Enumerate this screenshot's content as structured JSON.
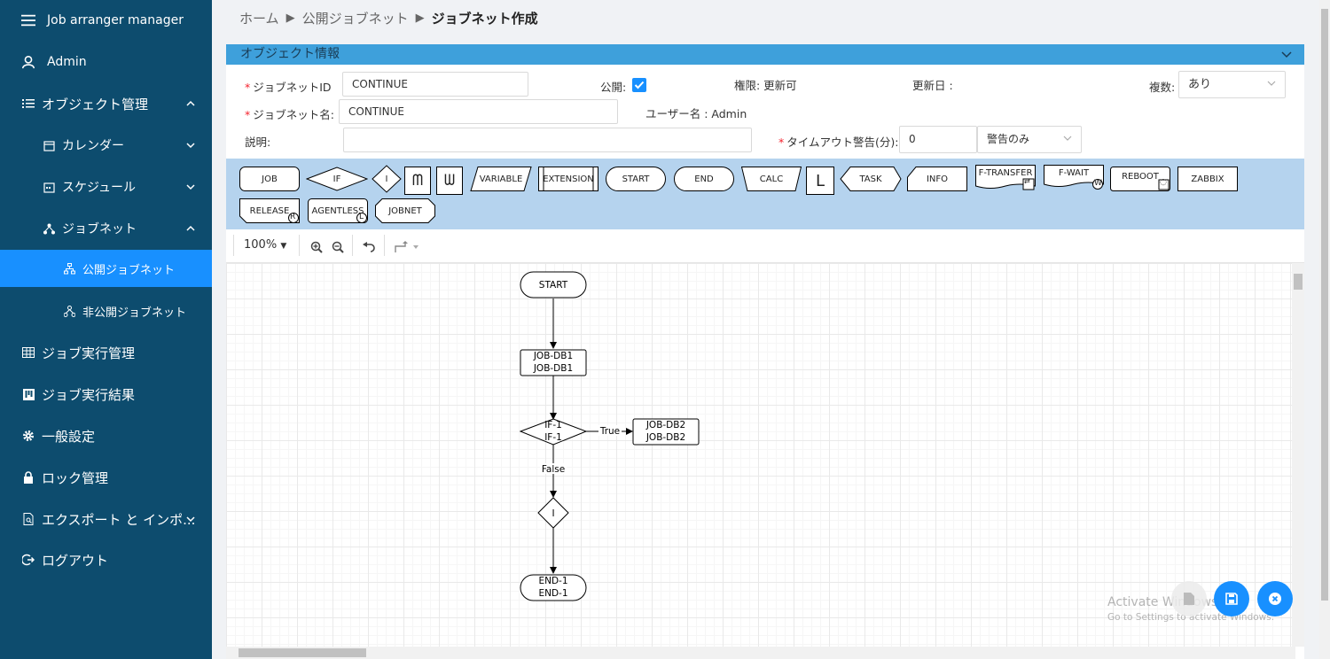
{
  "app": {
    "title": "Job arranger manager"
  },
  "sidebar": {
    "user": "Admin",
    "items": [
      {
        "label": "オブジェクト管理"
      },
      {
        "label": "カレンダー"
      },
      {
        "label": "スケジュール"
      },
      {
        "label": "ジョブネット"
      },
      {
        "label": "公開ジョブネット"
      },
      {
        "label": "非公開ジョブネット"
      },
      {
        "label": "ジョブ実行管理"
      },
      {
        "label": "ジョブ実行結果"
      },
      {
        "label": "一般設定"
      },
      {
        "label": "ロック管理"
      },
      {
        "label": "エクスポート と インポ..."
      },
      {
        "label": "ログアウト"
      }
    ]
  },
  "breadcrumb": {
    "home": "ホーム",
    "level1": "公開ジョブネット",
    "current": "ジョブネット作成",
    "sep": "▶"
  },
  "panel": {
    "title": "オブジェクト情報"
  },
  "form": {
    "jobnet_id_label": "ジョブネットID",
    "jobnet_id_value": "CONTINUE",
    "public_label": "公開:",
    "public_checked": true,
    "permission": "権限: 更新可",
    "updated_label": "更新日 :",
    "multiple_label": "複数:",
    "multiple_value": "あり",
    "jobnet_name_label": "ジョブネット名:",
    "jobnet_name_value": "CONTINUE",
    "user_label": "ユーザー名 : Admin",
    "description_label": "説明:",
    "description_value": "",
    "timeout_label": "タイムアウト警告(分):",
    "timeout_value": "0",
    "timeout_action": "警告のみ",
    "required_mark": "*"
  },
  "palette": {
    "items": [
      "JOB",
      "IF",
      "I",
      "ᗰ",
      "ᗯ",
      "VARIABLE",
      "EXTENSION",
      "START",
      "END",
      "CALC",
      "L",
      "TASK",
      "INFO",
      "F-TRANSFER",
      "F-WAIT",
      "REBOOT",
      "ZABBIX",
      "RELEASE",
      "AGENTLESS",
      "JOBNET"
    ],
    "badges": {
      "ftransfer": "⇄",
      "fwait": "W",
      "reboot": "◌",
      "release": "R",
      "agentless": "L"
    }
  },
  "toolbar": {
    "zoom": "100%"
  },
  "flow": {
    "start": "START",
    "job1_line1": "JOB-DB1",
    "job1_line2": "JOB-DB1",
    "if_line1": "IF-1",
    "if_line2": "IF-1",
    "true_label": "True",
    "false_label": "False",
    "job2_line1": "JOB-DB2",
    "job2_line2": "JOB-DB2",
    "ignore_label": "I",
    "end_line1": "END-1",
    "end_line2": "END-1"
  },
  "watermark": {
    "line1": "Activate Windows",
    "line2": "Go to Settings to activate Windows."
  },
  "colors": {
    "sidebar": "#0d4c6e",
    "active": "#1890ff",
    "panel_head": "#3ea0db",
    "palette_bg": "#b5d3ee"
  }
}
